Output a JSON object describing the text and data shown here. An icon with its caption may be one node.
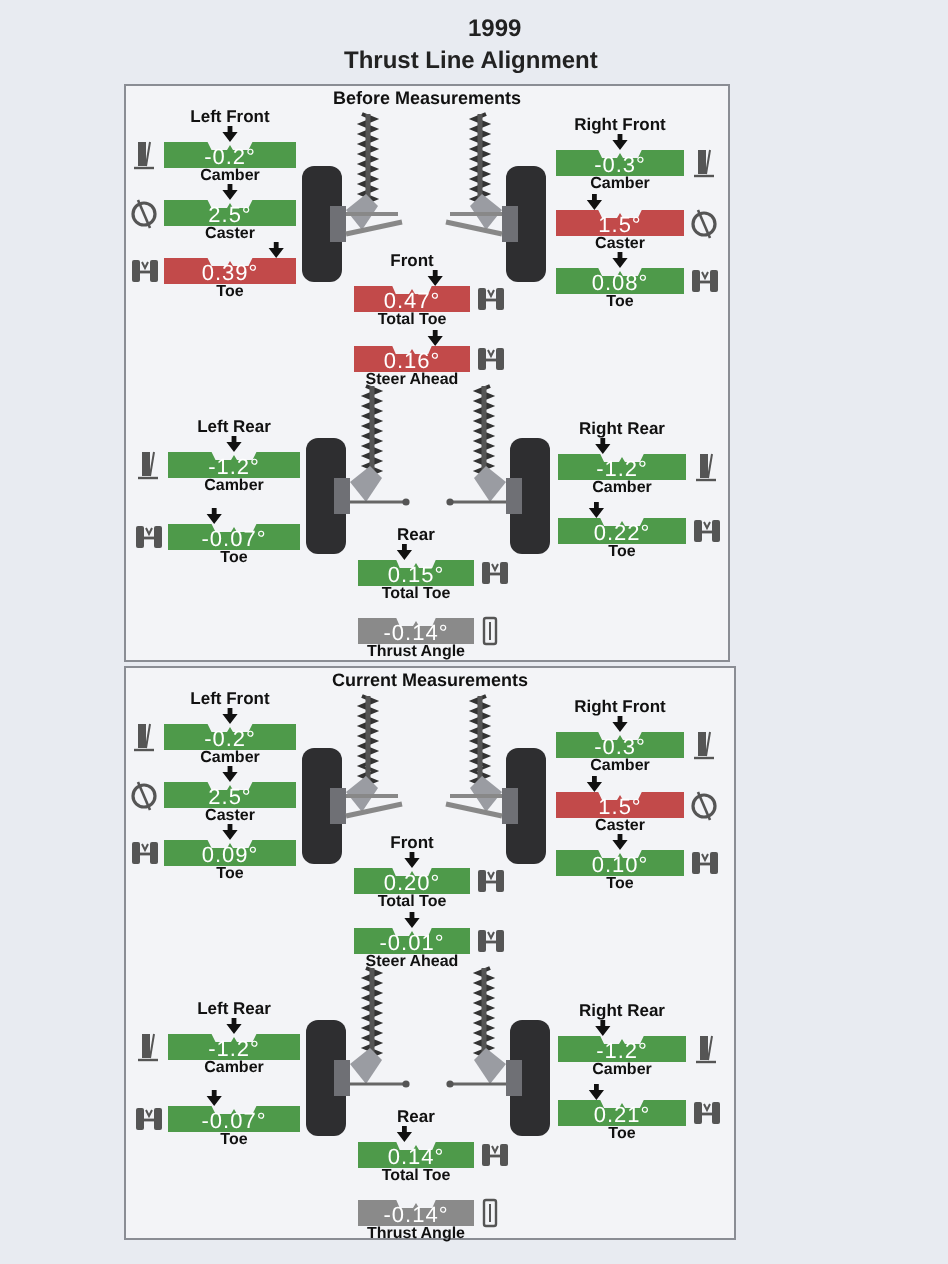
{
  "diagram": {
    "title": "Thrust Line Alignment",
    "labels": [
      "1999"
    ],
    "nodes": [
      {
        "text": [
          "Before Measurements"
        ]
      },
      {
        "text": [
          "-0.2°"
        ],
        "in": 0,
        "beside": [
          "Left Front",
          "Camber"
        ]
      },
      {
        "text": [
          "-0.3°"
        ],
        "in": 0,
        "beside": [
          "Right Front",
          "Camber"
        ]
      },
      {
        "text": [
          "2.5°"
        ],
        "in": 0,
        "beside": [
          "Caster"
        ]
      },
      {
        "text": [
          "1.5°"
        ],
        "in": 0,
        "beside": [
          "Caster"
        ]
      },
      {
        "text": [
          "0.39°"
        ],
        "in": 0,
        "beside": [
          "Toe"
        ]
      },
      {
        "text": [
          "0.08°"
        ],
        "in": 0,
        "beside": [
          "Toe"
        ]
      },
      {
        "text": [
          "0.47°"
        ],
        "in": 0,
        "beside": [
          "Front",
          "Total Toe"
        ]
      },
      {
        "text": [
          "0.16°"
        ],
        "in": 0,
        "beside": [
          "Steer Ahead"
        ]
      },
      {
        "text": [
          "-1.2°"
        ],
        "in": 0,
        "beside": [
          "Left Rear",
          "Camber"
        ]
      },
      {
        "text": [
          "-1.2°"
        ],
        "in": 0,
        "beside": [
          "Right Rear",
          "Camber"
        ]
      },
      {
        "text": [
          "-0.07°"
        ],
        "in": 0,
        "beside": [
          "Toe"
        ]
      },
      {
        "text": [
          "0.22°"
        ],
        "in": 0,
        "beside": [
          "Toe"
        ]
      },
      {
        "text": [
          "0.15°"
        ],
        "in": 0,
        "beside": [
          "Rear",
          "Total Toe"
        ]
      },
      {
        "text": [
          "-0.14°"
        ],
        "in": 0,
        "beside": [
          "Thrust Angle"
        ]
      },
      {
        "text": [
          "Current Measurements"
        ]
      },
      {
        "text": [
          "-0.2°"
        ],
        "in": 15,
        "beside": [
          "Left Front",
          "Camber"
        ]
      },
      {
        "text": [
          "-0.3°"
        ],
        "in": 15,
        "beside": [
          "Right Front",
          "Camber"
        ]
      },
      {
        "text": [
          "2.5°"
        ],
        "in": 15,
        "beside": [
          "Caster"
        ]
      },
      {
        "text": [
          "1.5°"
        ],
        "in": 15,
        "beside": [
          "Caster"
        ]
      },
      {
        "text": [
          "0.09°"
        ],
        "in": 15,
        "beside": [
          "Toe"
        ]
      },
      {
        "text": [
          "0.10°"
        ],
        "in": 15,
        "beside": [
          "Toe"
        ]
      },
      {
        "text": [
          "0.20°"
        ],
        "in": 15,
        "beside": [
          "Front",
          "Total Toe"
        ]
      },
      {
        "text": [
          "-0.01°"
        ],
        "in": 15,
        "beside": [
          "Steer Ahead"
        ]
      },
      {
        "text": [
          "-1.2°"
        ],
        "in": 15,
        "beside": [
          "Left Rear",
          "Camber"
        ]
      },
      {
        "text": [
          "-1.2°"
        ],
        "in": 15,
        "beside": [
          "Right Rear",
          "Camber"
        ]
      },
      {
        "text": [
          "-0.07°"
        ],
        "in": 15,
        "beside": [
          "Toe"
        ]
      },
      {
        "text": [
          "0.21°"
        ],
        "in": 15,
        "beside": [
          "Toe"
        ]
      },
      {
        "text": [
          "0.14°"
        ],
        "in": 15,
        "beside": [
          "Rear",
          "Total Toe"
        ]
      },
      {
        "text": [
          "-0.14°"
        ],
        "in": 15,
        "beside": [
          "Thrust Angle"
        ]
      }
    ]
  }
}
